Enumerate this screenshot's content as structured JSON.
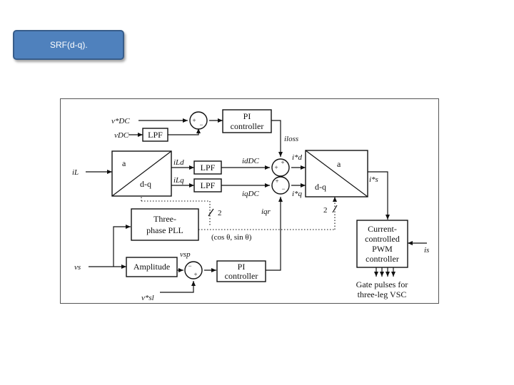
{
  "slide": {
    "badge_label": "SRF(d-q)."
  },
  "diagram": {
    "blocks": {
      "pi_top": [
        "PI",
        "controller"
      ],
      "lpf_dc": "LPF",
      "abc_dq_a": "a",
      "abc_dq_dq": "d-q",
      "lpf_ld": "LPF",
      "lpf_lq": "LPF",
      "pll": [
        "Three-",
        "phase PLL"
      ],
      "amplitude": "Amplitude",
      "pi_bottom": [
        "PI",
        "controller"
      ],
      "dq_abc_a": "a",
      "dq_abc_dq": "d-q",
      "pwm": [
        "Current-",
        "controlled",
        "PWM",
        "controller"
      ]
    },
    "signals": {
      "vdc_ref": "v*DC",
      "vdc": "vDC",
      "iL": "iL",
      "iLd": "iLd",
      "iLq": "iLq",
      "idDC": "idDC",
      "iqDC": "iqDC",
      "iloss": "iloss",
      "id_ref": "i*d",
      "iq_ref": "i*q",
      "iqr": "iqr",
      "is_ref": "i*s",
      "is": "is",
      "vs": "vs",
      "vsp": "vsp",
      "vsl": "v*sl",
      "bus2_left": "2",
      "bus2_right": "2",
      "cos_sin": "(cos θ, sin θ)"
    },
    "summing_signs": {
      "s1_in": "+",
      "s1_fb": "−",
      "s2_top": "+",
      "s2_left": "+",
      "s3_top": "−",
      "s3_left": "+",
      "s4_left": "−",
      "s4_bottom": "+"
    },
    "output_caption": [
      "Gate pulses for",
      "three-leg VSC"
    ]
  }
}
